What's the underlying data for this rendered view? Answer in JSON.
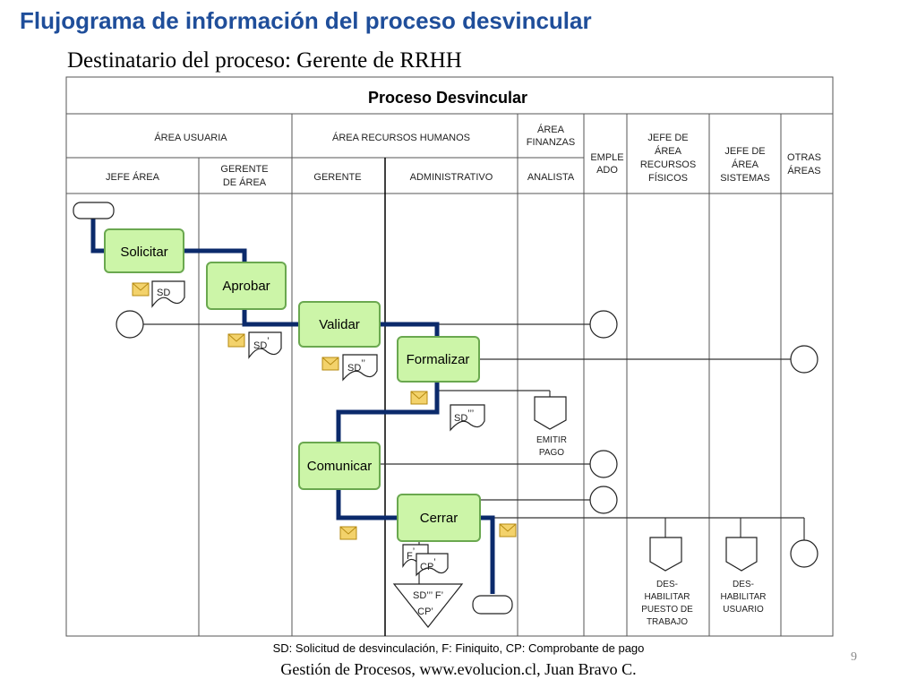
{
  "slide": {
    "title": "Flujograma de información del proceso desvincular",
    "subtitle": "Destinatario del proceso: Gerente de RRHH",
    "footnote": "SD: Solicitud de desvinculación, F: Finiquito, CP: Comprobante de pago",
    "footer": "Gestión de Procesos, www.evolucion.cl, Juan Bravo C.",
    "page_number": "9"
  },
  "diagram": {
    "title": "Proceso Desvincular",
    "groups": {
      "area_usuaria": "ÁREA USUARIA",
      "area_rrhh": "ÁREA RECURSOS HUMANOS",
      "area_finanzas": [
        "ÁREA",
        "FINANZAS"
      ]
    },
    "lanes": {
      "jefe_area": "JEFE ÁREA",
      "gerente_area": [
        "GERENTE",
        "DE ÁREA"
      ],
      "gerente": "GERENTE",
      "administrativo": "ADMINISTRATIVO",
      "analista": "ANALISTA",
      "empleado": [
        "EMPLE",
        "ADO"
      ],
      "jefe_recursos_fisicos": [
        "JEFE DE",
        "ÁREA",
        "RECURSOS",
        "FÍSICOS"
      ],
      "jefe_sistemas": [
        "JEFE DE",
        "ÁREA",
        "SISTEMAS"
      ],
      "otras_areas": [
        "OTRAS",
        "ÁREAS"
      ]
    },
    "activities": {
      "solicitar": "Solicitar",
      "aprobar": "Aprobar",
      "validar": "Validar",
      "formalizar": "Formalizar",
      "comunicar": "Comunicar",
      "cerrar": "Cerrar"
    },
    "documents": {
      "sd": "SD",
      "sd1": "SD",
      "sd1_mark": "’",
      "sd2": "SD",
      "sd2_mark": "’’",
      "sd3": "SD",
      "sd3_mark": "’’’",
      "f": "F",
      "f_mark": "’",
      "cp": "CP",
      "cp_mark": "’",
      "archive_line1": "SD’’’ F’",
      "archive_line2": "CP’"
    },
    "outputs": {
      "emitir_pago": [
        "EMITIR",
        "PAGO"
      ],
      "deshabilitar_puesto": [
        "DES-",
        "HABILITAR",
        "PUESTO DE",
        "TRABAJO"
      ],
      "deshabilitar_usuario": [
        "DES-",
        "HABILITAR",
        "USUARIO"
      ]
    },
    "colors": {
      "activity_fill": "#ccf5a8",
      "activity_stroke": "#6aa84f",
      "flow_line": "#0b2a6b",
      "info_line": "#333333",
      "title_color": "#1f4e9a"
    }
  }
}
